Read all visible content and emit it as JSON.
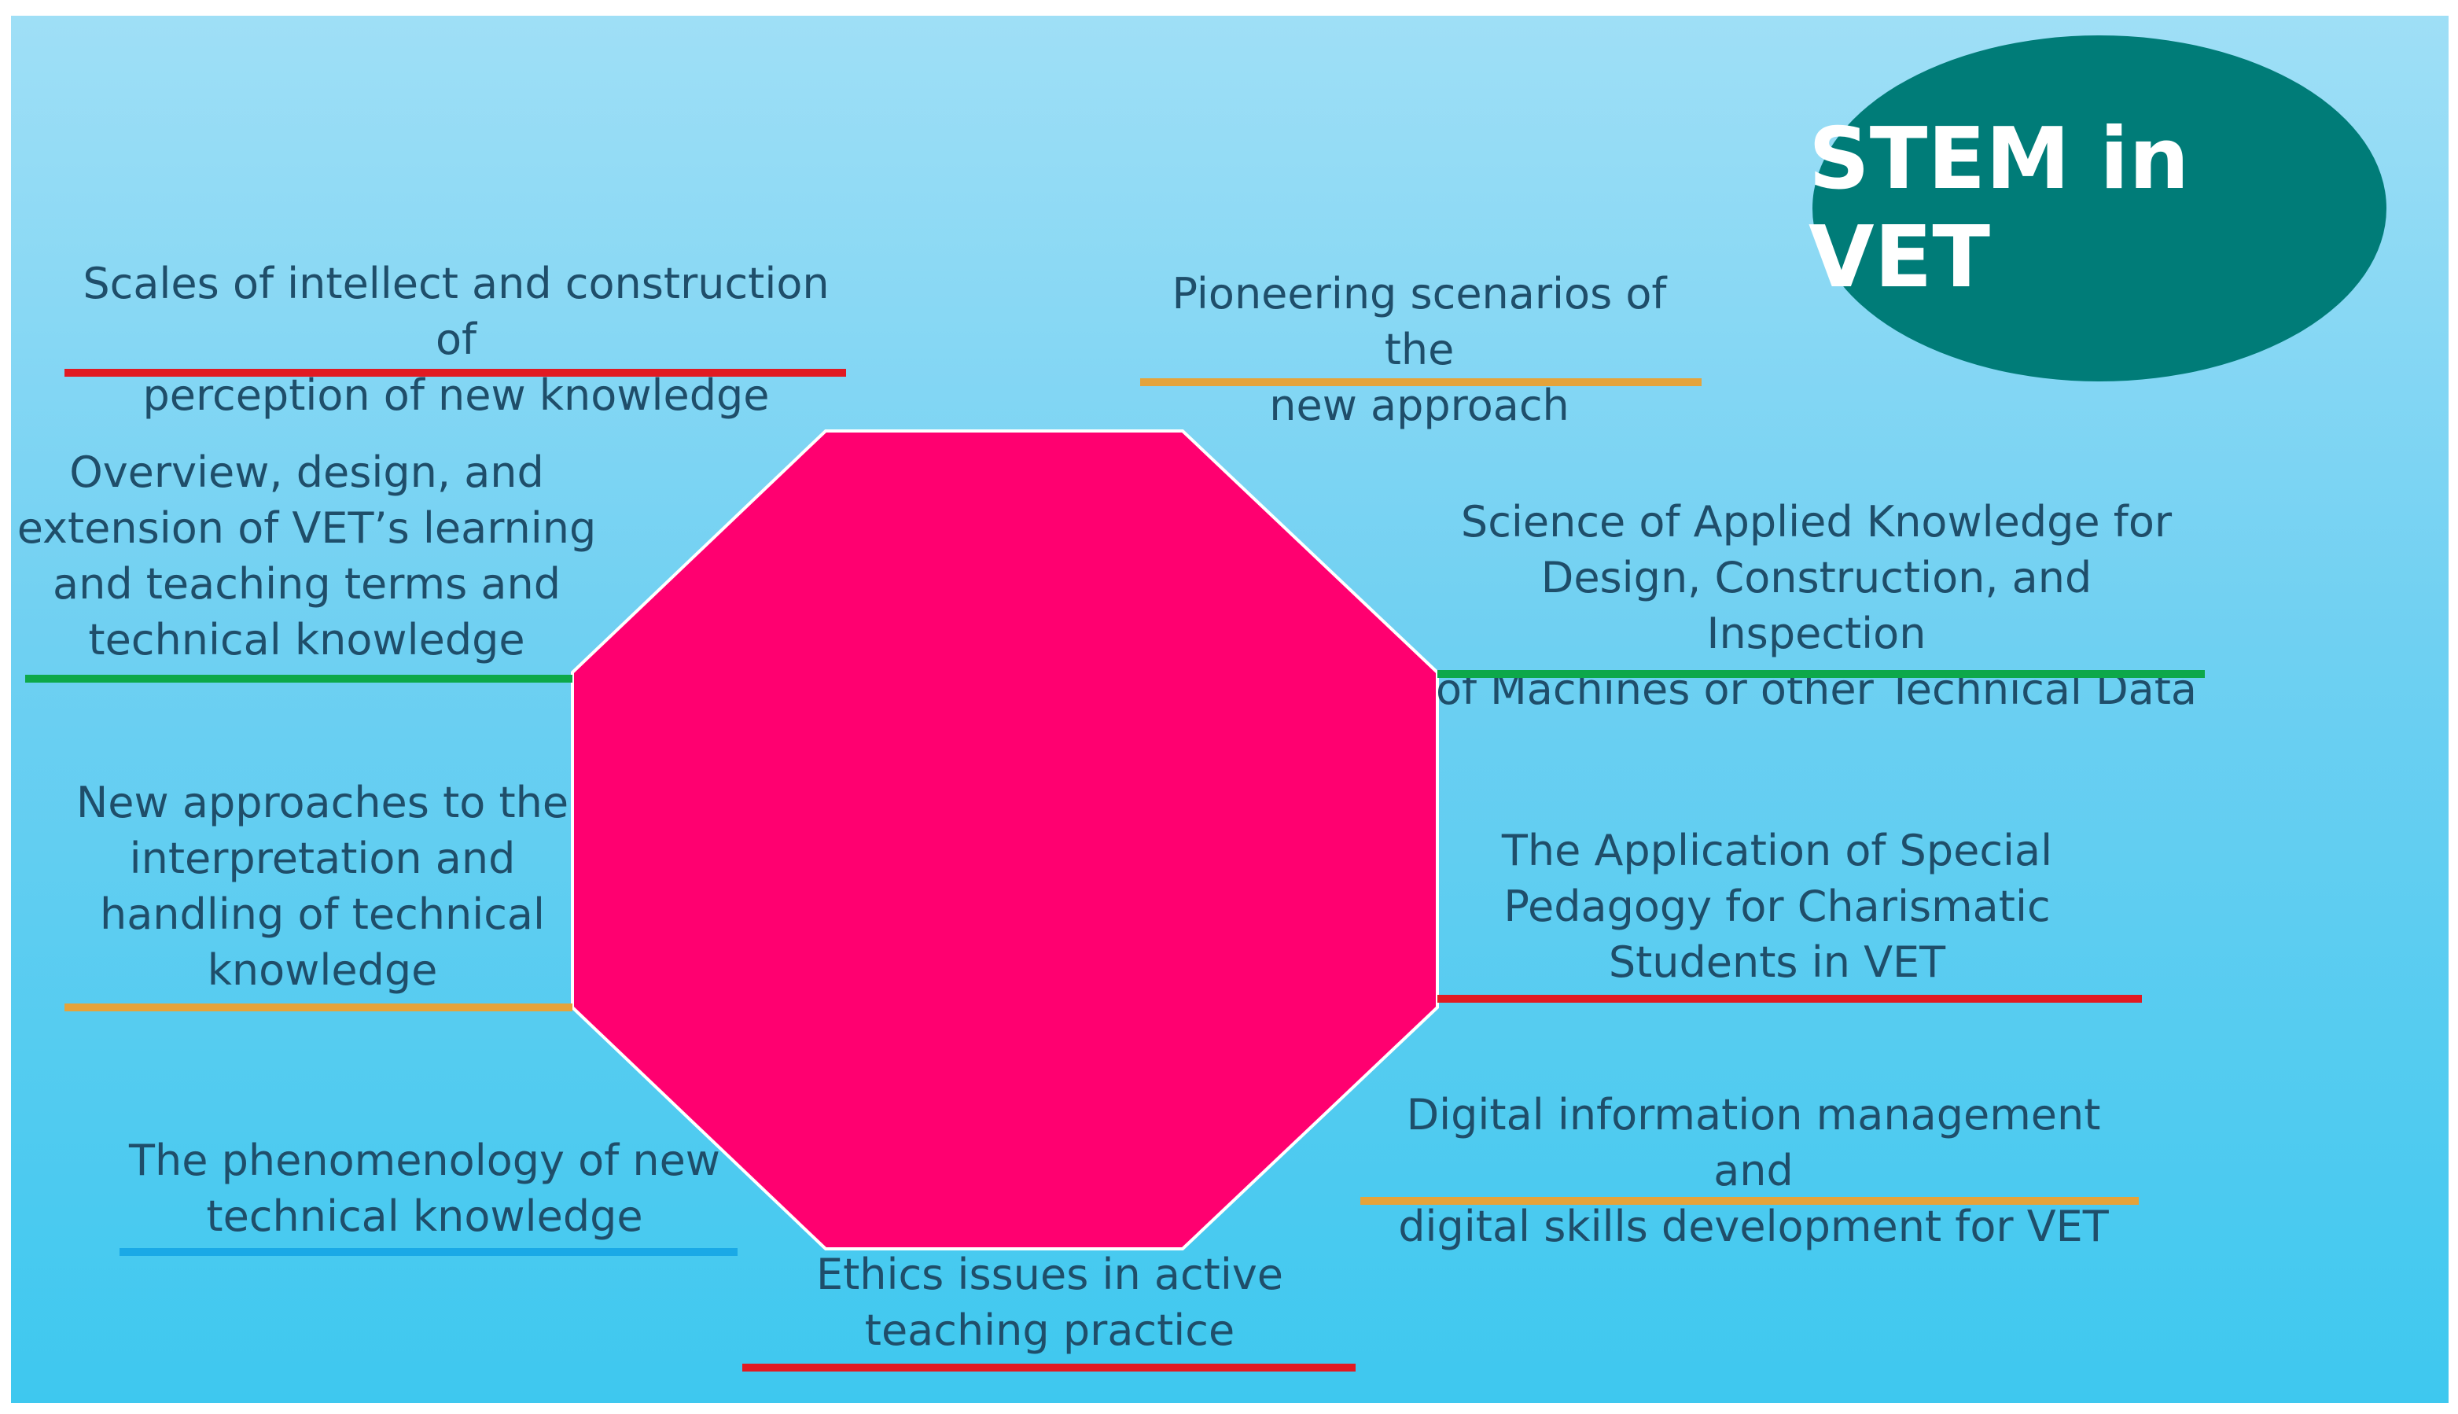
{
  "badge": {
    "title": "STEM in VET",
    "color": "#007c78"
  },
  "octagon": {
    "color": "#ff0070"
  },
  "colors": {
    "red": "#e11a22",
    "orange": "#e5a33a",
    "green": "#0da84a",
    "blue": "#1aa9e6"
  },
  "topics": [
    {
      "id": "scales",
      "text": "Scales of intellect and construction of\nperception of new knowledge",
      "underline": "red"
    },
    {
      "id": "pioneering",
      "text": "Pioneering scenarios of the\nnew approach",
      "underline": "orange"
    },
    {
      "id": "overview",
      "text": "Overview, design, and\nextension of VET’s learning\nand teaching terms and\ntechnical knowledge",
      "underline": "green"
    },
    {
      "id": "science",
      "text": "Science of Applied Knowledge for\nDesign, Construction, and Inspection\nof Machines or other Technical Data",
      "underline": "green"
    },
    {
      "id": "new-approaches",
      "text": "New approaches to the\ninterpretation and\nhandling of technical\nknowledge",
      "underline": "orange"
    },
    {
      "id": "special-pedagogy",
      "text": "The Application of Special\nPedagogy for Charismatic\nStudents in VET",
      "underline": "red"
    },
    {
      "id": "digital",
      "text": "Digital information management and\ndigital skills development for VET",
      "underline": "orange"
    },
    {
      "id": "phenomenology",
      "text": "The phenomenology of new\ntechnical knowledge",
      "underline": "blue"
    },
    {
      "id": "ethics",
      "text": "Ethics issues in active\nteaching practice",
      "underline": "red"
    }
  ]
}
